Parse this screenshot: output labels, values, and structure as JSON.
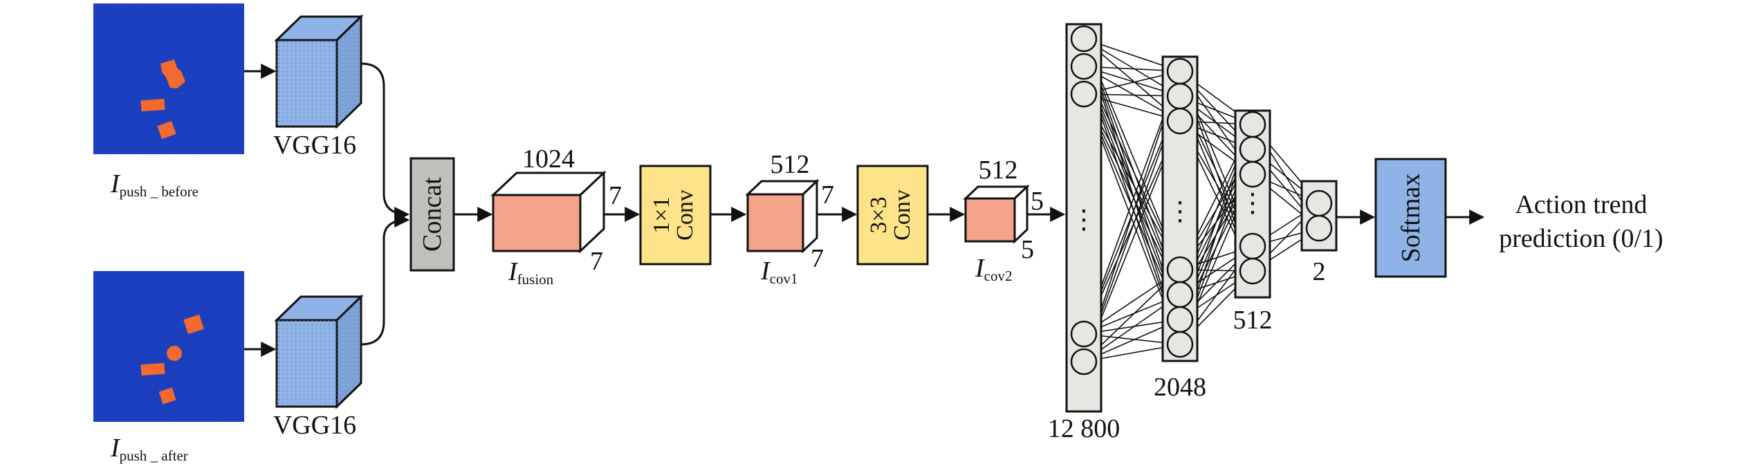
{
  "inputs": {
    "before": {
      "base": "I",
      "sub": "push _ before"
    },
    "after": {
      "base": "I",
      "sub": "push _ after"
    }
  },
  "encoder": {
    "label": "VGG16"
  },
  "concat": {
    "label": "Concat"
  },
  "fusion": {
    "base": "I",
    "sub": "fusion",
    "depth": "1024",
    "height": "7",
    "width": "7"
  },
  "conv1": {
    "line1": "1×1",
    "line2": "Conv"
  },
  "cov1": {
    "base": "I",
    "sub": "cov1",
    "depth": "512",
    "height": "7",
    "width": "7"
  },
  "conv2": {
    "line1": "3×3",
    "line2": "Conv"
  },
  "cov2": {
    "base": "I",
    "sub": "cov2",
    "depth": "512",
    "height": "5",
    "width": "5"
  },
  "fc": {
    "layers": [
      {
        "label": "12 800",
        "dots": "⋮"
      },
      {
        "label": "2048",
        "dots": "⋮"
      },
      {
        "label": "512",
        "dots": "⋮"
      },
      {
        "label": "2"
      }
    ]
  },
  "softmax": {
    "label": "Softmax"
  },
  "output": {
    "line1": "Action trend",
    "line2": "prediction (0/1)"
  },
  "colors": {
    "image_bg": "#1c3fc0",
    "object": "#f26a2e",
    "vgg_front": "#8fb3e6",
    "vgg_side": "#7da2d8",
    "concat": "#bfbfbb",
    "feature": "#f4a48a",
    "conv": "#fde48a",
    "fc": "#e6e6e3",
    "softmax": "#8fb3e6"
  }
}
